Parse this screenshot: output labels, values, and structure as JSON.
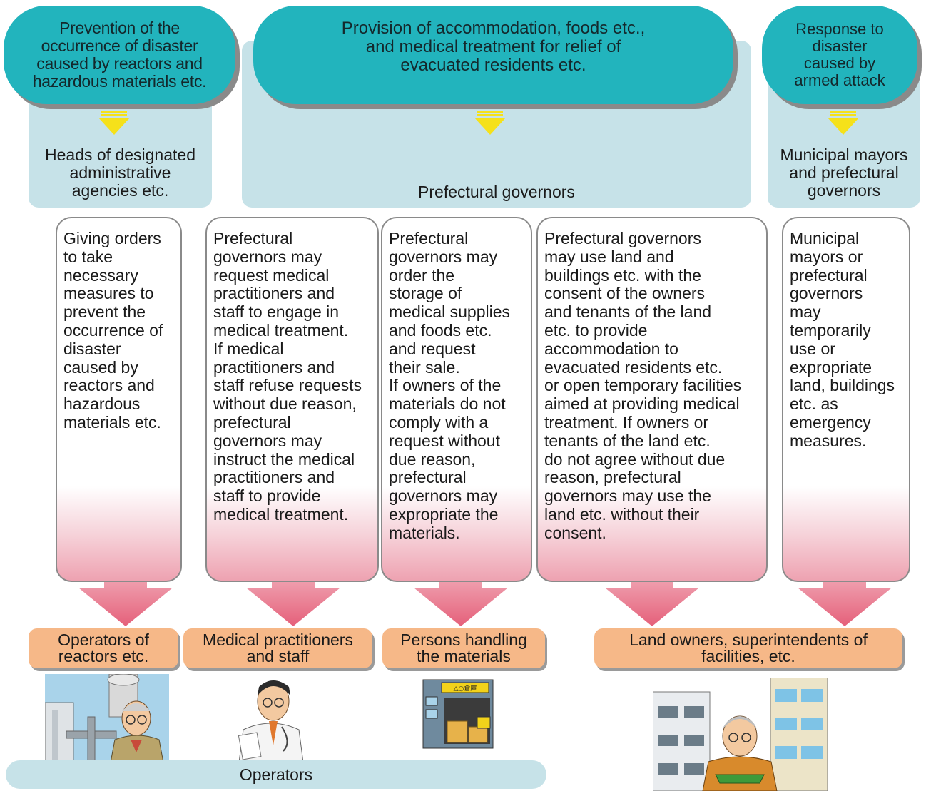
{
  "top_categories": [
    {
      "title": "Prevention of the\noccurrence of disaster\ncaused by reactors and\nhazardous materials etc.",
      "authority": "Heads of designated\nadministrative\nagencies etc."
    },
    {
      "title": "Provision of accommodation, foods etc.,\nand medical treatment for relief of\nevacuated residents etc.",
      "authority": "Prefectural governors"
    },
    {
      "title": "Response to\ndisaster\ncaused by\narmed attack",
      "authority": "Municipal mayors\nand prefectural\ngovernors"
    }
  ],
  "measures": [
    "Giving orders\nto take\nnecessary\nmeasures to\nprevent the\noccurrence of\ndisaster\ncaused by\nreactors and\nhazardous\nmaterials etc.",
    "Prefectural\ngovernors may\nrequest medical\npractitioners and\nstaff to engage in\nmedical treatment.\nIf medical\npractitioners and\nstaff refuse requests\nwithout due reason,\nprefectural\ngovernors may\ninstruct the medical\npractitioners and\nstaff to provide\nmedical treatment.",
    "Prefectural\ngovernors may\norder the\nstorage of\nmedical supplies\nand foods etc.\nand request\ntheir sale.\nIf owners of the\nmaterials do not\ncomply with a\nrequest without\ndue reason,\nprefectural\ngovernors may\nexpropriate the\nmaterials.",
    "Prefectural governors\nmay use land and\nbuildings etc. with the\nconsent of the owners\nand tenants of the land\netc. to provide\naccommodation to\nevacuated residents etc.\nor open temporary facilities\naimed at providing medical\ntreatment. If owners or\ntenants of the land etc.\ndo not agree without due\nreason, prefectural\ngovernors may use the\nland etc. without their\nconsent.",
    "Municipal\nmayors or\nprefectural\ngovernors\nmay\ntemporarily\nuse or\nexpropriate\nland, buildings\netc. as\nemergency\nmeasures."
  ],
  "targets": [
    "Operators of\nreactors etc.",
    "Medical practitioners\nand staff",
    "Persons handling\nthe materials",
    "Land owners, superintendents of\nfacilities, etc."
  ],
  "warehouse_sign": "△○倉庫",
  "operators_label": "Operators",
  "colors": {
    "pill": "#22b4bd",
    "panel": "#c6e2e8",
    "tag": "#f6b888",
    "arrow_yellow": "#f5e11a",
    "arrow_pink": "#e8687f"
  }
}
